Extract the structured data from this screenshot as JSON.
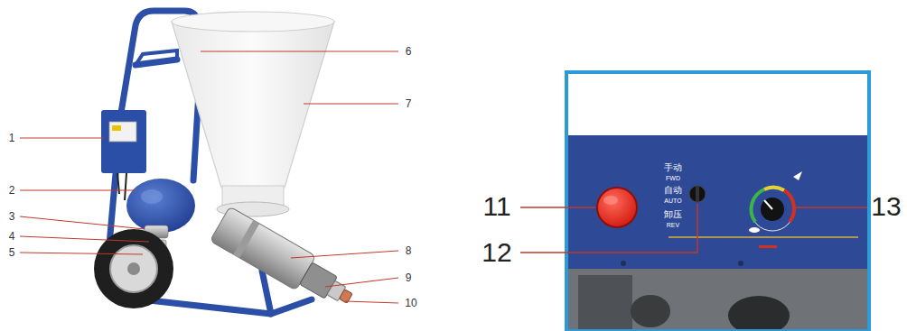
{
  "diagram": {
    "labels": [
      "1",
      "2",
      "3",
      "4",
      "5",
      "6",
      "7",
      "8",
      "9",
      "10",
      "11",
      "12",
      "13",
      "手动",
      "FWD",
      "自动",
      "AUTO",
      "卸压",
      "REV"
    ]
  }
}
